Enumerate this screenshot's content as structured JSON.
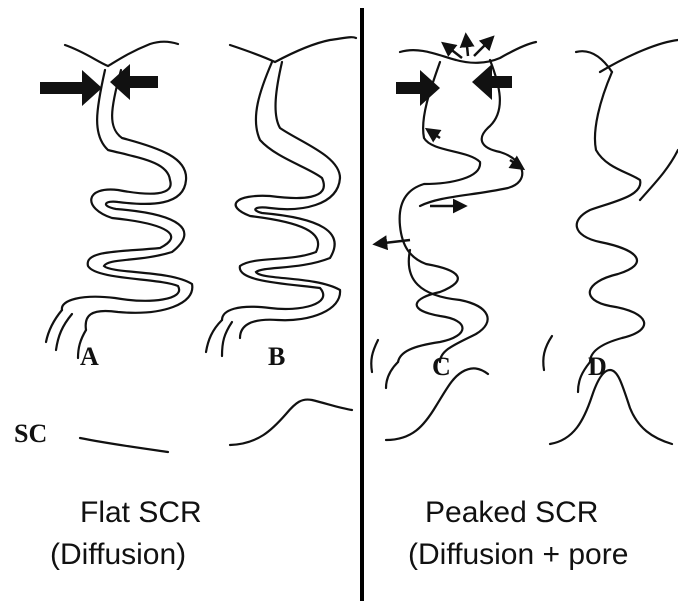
{
  "panels": [
    {
      "letter": "A"
    },
    {
      "letter": "B"
    },
    {
      "letter": "C"
    },
    {
      "letter": "D"
    }
  ],
  "trace_label": "SC",
  "captions": {
    "left_line1": "Flat SCR",
    "left_line2": "(Diffusion)",
    "right_line1": "Peaked SCR",
    "right_line2": "(Diffusion + pore"
  }
}
